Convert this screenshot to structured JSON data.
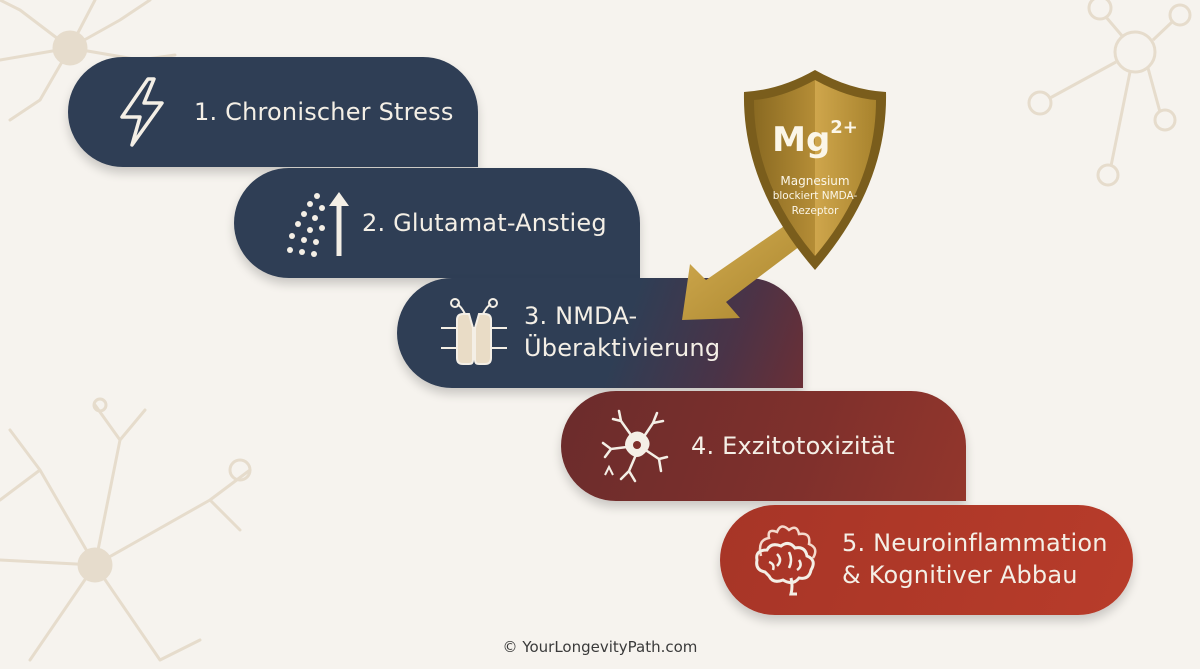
{
  "steps": [
    {
      "label_line1": "1. Chronischer Stress",
      "label_line2": "",
      "icon": "lightning-bolt-icon"
    },
    {
      "label_line1": "2. Glutamat-Anstieg",
      "label_line2": "",
      "icon": "rising-molecules-icon"
    },
    {
      "label_line1": "3. NMDA-",
      "label_line2": "Überaktivierung",
      "icon": "nmda-receptor-icon"
    },
    {
      "label_line1": "4. Exzitotoxizität",
      "label_line2": "",
      "icon": "damaged-neuron-icon"
    },
    {
      "label_line1": "5. Neuroinflammation",
      "label_line2": "& Kognitiver Abbau",
      "icon": "burning-brain-icon"
    }
  ],
  "shield": {
    "symbol": "Mg",
    "charge": "2+",
    "line1": "Magnesium",
    "line2": "blockiert NMDA-",
    "line3": "Rezeptor",
    "icon": "shield-icon"
  },
  "footer": {
    "copyright": "© YourLongevityPath.com"
  },
  "colors": {
    "background": "#f6f3ee",
    "navy": "#2f3e55",
    "maroon": "#7f302c",
    "red": "#b83c2a",
    "gold": "#c49a3a",
    "cream": "#f4efe6"
  }
}
